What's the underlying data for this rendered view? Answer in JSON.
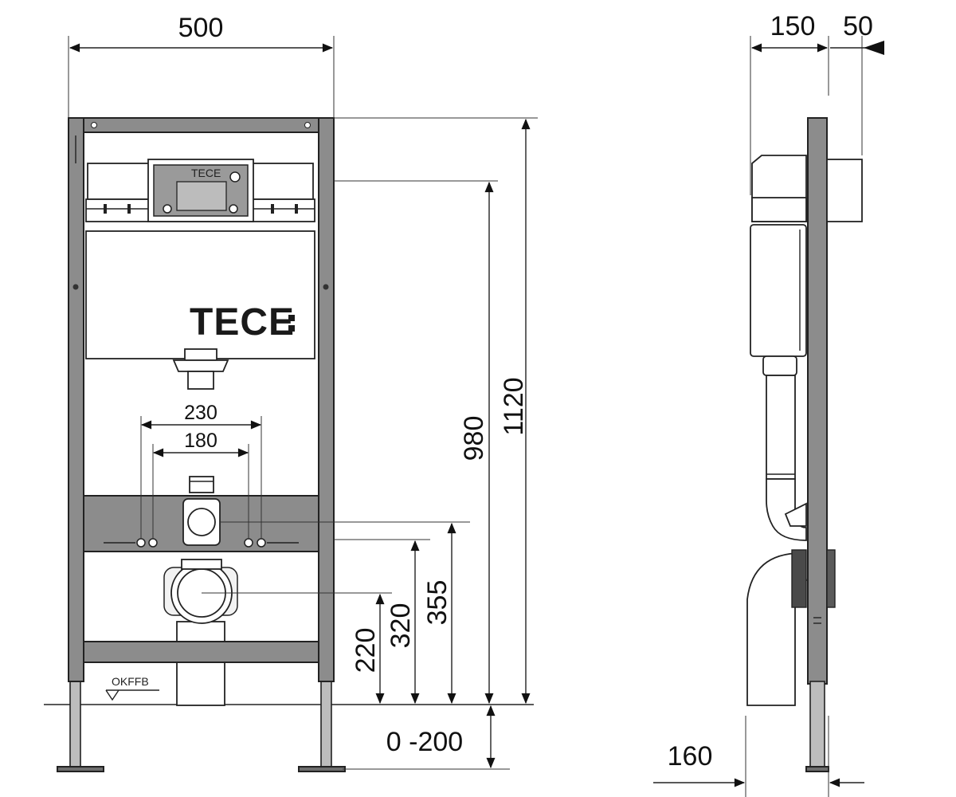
{
  "brand": {
    "logo_text": "TECE",
    "badge_text": "TECE"
  },
  "floor_marker": {
    "label": "OKFFB"
  },
  "front_view": {
    "dimensions": {
      "width": "500",
      "outer_bolt_spacing": "230",
      "inner_bolt_spacing": "180",
      "mount_height": "980",
      "frame_height": "1120",
      "drain_height": "220",
      "rail_height": "320",
      "supply_height": "355",
      "leg_adjust": "0 -200"
    }
  },
  "side_view": {
    "dimensions": {
      "depth": "150",
      "actuator_depth": "50",
      "foot_depth": "160"
    }
  },
  "colors": {
    "frame": "#8c8c8c",
    "line": "#222222",
    "background": "#ffffff"
  }
}
